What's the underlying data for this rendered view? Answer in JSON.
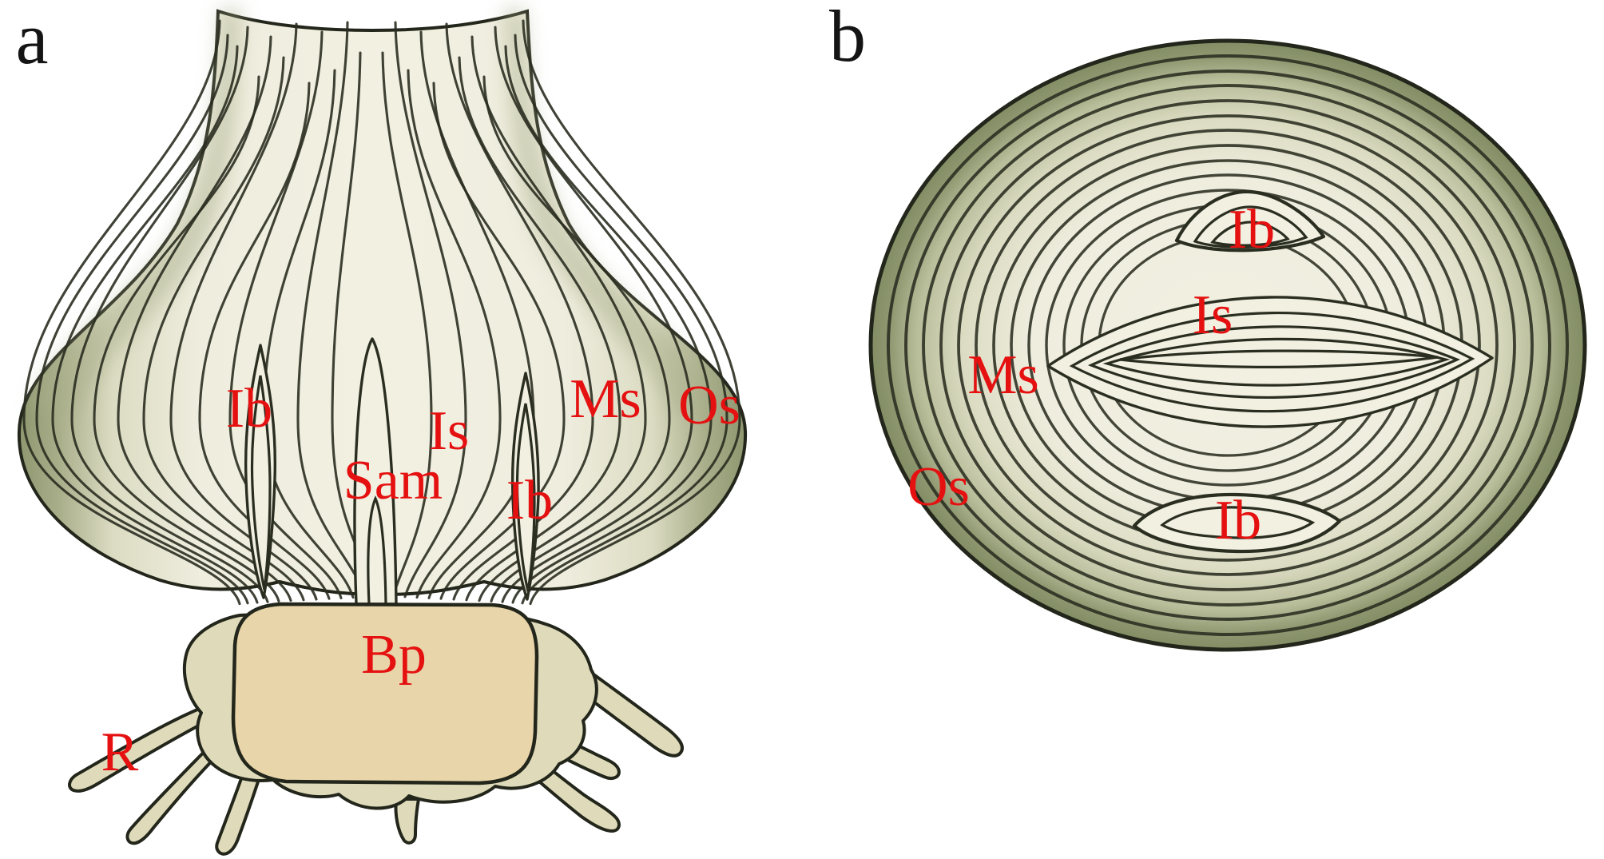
{
  "figure": {
    "panel_a": {
      "letter": "a",
      "labels": {
        "ib_left": "Ib",
        "is": "Is",
        "sam": "Sam",
        "ib_right": "Ib",
        "ms": "Ms",
        "os": "Os",
        "bp": "Bp",
        "r": "R"
      }
    },
    "panel_b": {
      "letter": "b",
      "labels": {
        "ib_top": "Ib",
        "is": "Is",
        "ms": "Ms",
        "os": "Os",
        "ib_bottom": "Ib"
      }
    }
  },
  "colors": {
    "background": "#ffffff",
    "label_red": "#e51111",
    "panel_letter": "#141414",
    "line_dark": "#2a2e20",
    "outline_dark": "#23261b",
    "scale_green": "#8e9770",
    "sage_mid": "#a9ae8a",
    "scale_green_light": "#b8bd9a",
    "flesh_shadow": "#dcdcc3",
    "cream": "#efedde",
    "cream_core": "#f2f0e1",
    "rim_dark": "#838d64",
    "basal_plate_tan": "#e8d5aa",
    "root_tan": "#dfdbba"
  }
}
